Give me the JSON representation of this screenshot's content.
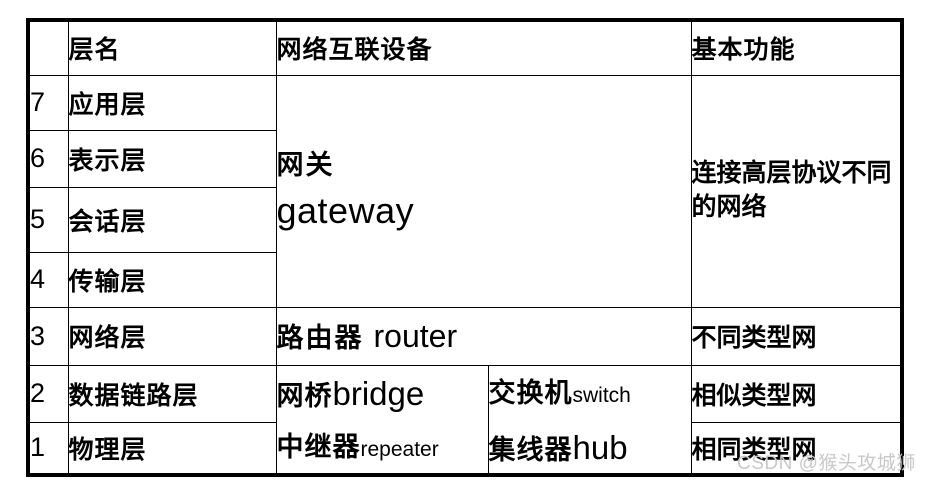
{
  "table": {
    "headers": {
      "number": "",
      "layer_name": "层名",
      "device": "网络互联设备",
      "function": "基本功能"
    },
    "rows": [
      {
        "number": "7",
        "layer_name": "应用层"
      },
      {
        "number": "6",
        "layer_name": "表示层"
      },
      {
        "number": "5",
        "layer_name": "会话层"
      },
      {
        "number": "4",
        "layer_name": "传输层"
      },
      {
        "number": "3",
        "layer_name": "网络层"
      },
      {
        "number": "2",
        "layer_name": "数据链路层"
      },
      {
        "number": "1",
        "layer_name": "物理层"
      }
    ],
    "merged_cells": {
      "gateway": {
        "cn": "网关",
        "en": "gateway"
      },
      "upper_function": "连接高层协议不同的网络"
    },
    "layer3": {
      "device_cn": "路由器",
      "device_en": "router",
      "function": "不同类型网"
    },
    "layer2": {
      "device_left_cn": "网桥",
      "device_left_en": "bridge",
      "device_right_cn": "交换机",
      "device_right_en": "switch",
      "function": "相似类型网"
    },
    "layer1": {
      "device_left_cn": "中继器",
      "device_left_en": "repeater",
      "device_right_cn": "集线器",
      "device_right_en": "hub",
      "function": "相同类型网"
    }
  },
  "watermark": {
    "text": "CSDN @猴头攻城狮"
  },
  "colors": {
    "border": "#000000",
    "text": "#000000",
    "background": "#ffffff",
    "watermark": "#c9c9c9"
  }
}
